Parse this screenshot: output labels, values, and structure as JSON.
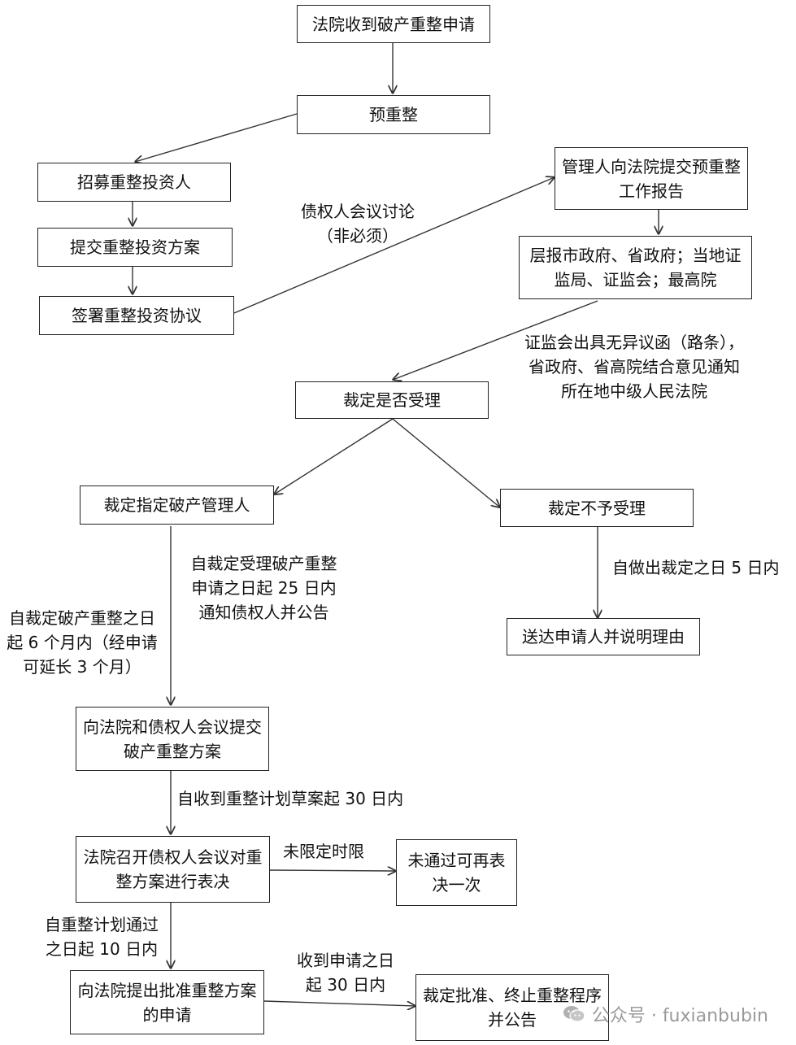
{
  "nodes": {
    "receive_application": "法院收到破产重整申请",
    "pre_reorganization": "预重整",
    "recruit_investors": "招募重整投资人",
    "submit_investment_plan": "提交重整投资方案",
    "sign_investment_agreement": "签署重整投资协议",
    "manager_report": "管理人向法院提交预重整工作报告",
    "report_upward": "层报市政府、省政府；当地证监局、证监会；最高院",
    "ruling_accept": "裁定是否受理",
    "appoint_manager": "裁定指定破产管理人",
    "ruling_reject": "裁定不予受理",
    "deliver_reason": "送达申请人并说明理由",
    "submit_plan": "向法院和债权人会议提交破产重整方案",
    "court_vote": "法院召开债权人会议对重整方案进行表决",
    "revote": "未通过可再表决一次",
    "apply_approval": "向法院提出批准重整方案的申请",
    "ruling_approve_terminate": "裁定批准、终止重整程序并公告"
  },
  "labels": {
    "creditor_discussion": [
      "债权人会议讨论",
      "（非必须）"
    ],
    "csrc_opinion": [
      "证监会出具无异议函（路条），",
      "省政府、省高院结合意见通知",
      "所在地中级人民法院"
    ],
    "notify_25_days": [
      "自裁定受理破产重整",
      "申请之日起 25 日内",
      "通知债权人并公告"
    ],
    "six_months": [
      "自裁定破产重整之日",
      "起 6 个月内（经申请",
      "可延长 3 个月）"
    ],
    "five_days": "自做出裁定之日 5 日内",
    "thirty_days_draft": "自收到重整计划草案起 30 日内",
    "no_time_limit": "未限定时限",
    "ten_days": [
      "自重整计划通过",
      "之日起 10 日内"
    ],
    "thirty_days_application": [
      "收到申请之日",
      "起 30 日内"
    ]
  },
  "watermark": {
    "prefix": "公众号 · ",
    "account": "fuxianbubin",
    "icon": "wechat-icon"
  },
  "colors": {
    "line": "#333333",
    "border": "#222222",
    "watermark": "#9a9a9a"
  }
}
